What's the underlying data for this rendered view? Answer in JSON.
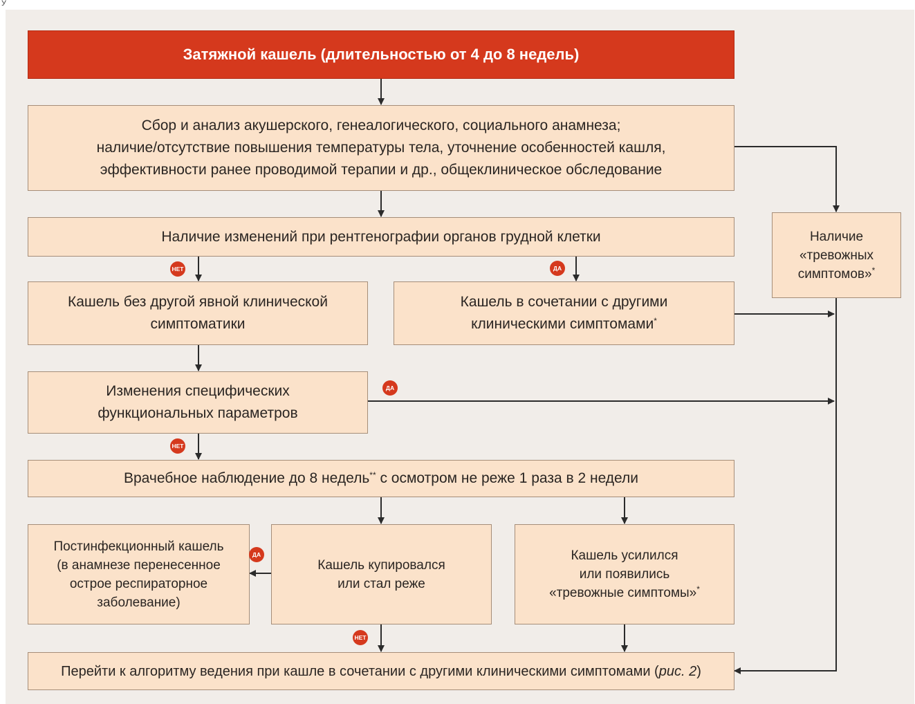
{
  "corner_mark": "У",
  "boxes": {
    "title": "Затяжной кашель (длительностью от 4 до 8 недель)",
    "anamnesis": "Сбор и анализ акушерского, генеалогического, социального анамнеза;\nналичие/отсутствие повышения температуры тела, уточнение особенностей кашля,\nэффективности ранее проводимой терапии и др., общеклиническое обследование",
    "xray": "Наличие изменений при рентгенографии органов грудной клетки",
    "alarm_main": "Наличие\n«тревожных\nсимптомов»",
    "alarm_main_mark": "*",
    "cough_plain": "Кашель без другой явной клинической\nсимптоматики",
    "cough_combined": "Кашель в сочетании с другими\nклиническими симптомами",
    "cough_combined_mark": "*",
    "functional": "Изменения специфических\nфункциональных параметров",
    "observation_pre": "Врачебное наблюдение до 8 недель",
    "observation_mark": "**",
    "observation_post": " с осмотром не реже 1 раза в 2 недели",
    "postinfectious": "Постинфекционный кашель\n(в анамнезе перенесенное\nострое респираторное\nзаболевание)",
    "resolved": "Кашель купировался\nили стал реже",
    "worsened": "Кашель усилился\nили появились\n«тревожные симптомы»",
    "worsened_mark": "*",
    "final_pre": "Перейти к алгоритму ведения при кашле в сочетании с другими клиническими симптомами (",
    "final_ref": "рис. 2",
    "final_post": ")"
  },
  "badges": {
    "no": "НЕТ",
    "yes": "ДА"
  },
  "colors": {
    "box_fill": "#fbe2ca",
    "box_border": "#a58d78",
    "title_fill": "#d5391d",
    "badge_fill": "#d5391d",
    "panel": "#f1ede9",
    "arrow": "#2b2b2b"
  }
}
